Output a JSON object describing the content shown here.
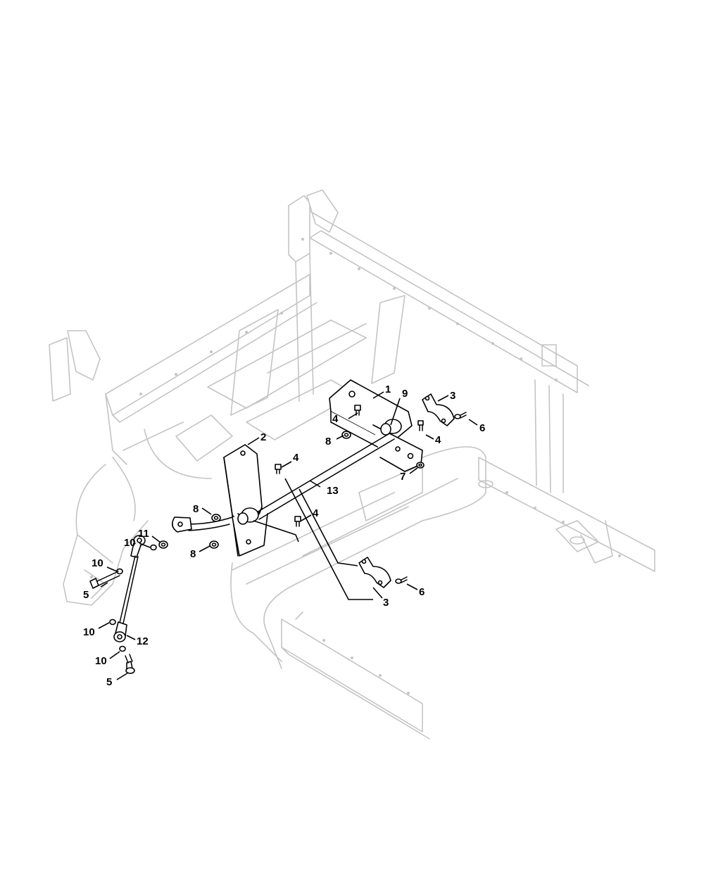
{
  "callouts": [
    {
      "name": "callout-1",
      "label": "1"
    },
    {
      "name": "callout-2",
      "label": "2"
    },
    {
      "name": "callout-3-upper",
      "label": "3"
    },
    {
      "name": "callout-3-lower",
      "label": "3"
    },
    {
      "name": "callout-4-a",
      "label": "4"
    },
    {
      "name": "callout-4-b",
      "label": "4"
    },
    {
      "name": "callout-4-c",
      "label": "4"
    },
    {
      "name": "callout-4-d",
      "label": "4"
    },
    {
      "name": "callout-5-upper",
      "label": "5"
    },
    {
      "name": "callout-5-lower",
      "label": "5"
    },
    {
      "name": "callout-6-upper",
      "label": "6"
    },
    {
      "name": "callout-6-lower",
      "label": "6"
    },
    {
      "name": "callout-7",
      "label": "7"
    },
    {
      "name": "callout-8-upper-right",
      "label": "8"
    },
    {
      "name": "callout-8-left",
      "label": "8"
    },
    {
      "name": "callout-8-lower",
      "label": "8"
    },
    {
      "name": "callout-9",
      "label": "9"
    },
    {
      "name": "callout-10-a",
      "label": "10"
    },
    {
      "name": "callout-10-b",
      "label": "10"
    },
    {
      "name": "callout-10-c",
      "label": "10"
    },
    {
      "name": "callout-10-d",
      "label": "10"
    },
    {
      "name": "callout-11",
      "label": "11"
    },
    {
      "name": "callout-12",
      "label": "12"
    },
    {
      "name": "callout-13",
      "label": "13"
    }
  ],
  "colors": {
    "frame": "#c4c4c4",
    "parts": "#000000",
    "background": "#ffffff"
  }
}
